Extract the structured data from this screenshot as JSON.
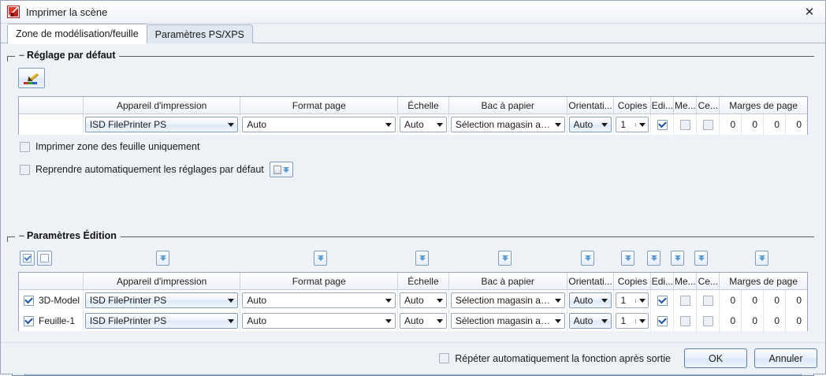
{
  "window": {
    "title": "Imprimer la scène",
    "app_icon": "print-scene-icon",
    "close_label": "✕"
  },
  "tabs": [
    {
      "label": "Zone de modélisation/feuille",
      "active": true
    },
    {
      "label": "Paramètres PS/XPS",
      "active": false
    }
  ],
  "default_group": {
    "title": "Réglage par défaut",
    "dash": "–",
    "edit_button_icon": "pencil-icon",
    "columns": [
      "",
      "Appareil d'impression",
      "Format page",
      "Échelle",
      "Bac à papier",
      "Orientati...",
      "Copies",
      "Edi...",
      "Me...",
      "Ce...",
      "Marges de page"
    ],
    "row": {
      "label": "",
      "device": "ISD FilePrinter PS",
      "page_format": "Auto",
      "scale": "Auto",
      "paper_tray": "Sélection magasin auto",
      "orientation": "Auto",
      "copies": "1",
      "edit_checked": true,
      "me_checked": false,
      "ce_checked": false,
      "margins": [
        "0",
        "0",
        "0",
        "0"
      ]
    },
    "options": [
      {
        "label": "Imprimer zone des feuille uniquement",
        "checked": false
      },
      {
        "label": "Reprendre automatiquement les réglages par défaut",
        "checked": false,
        "button_icon": "document-chevron-icon"
      }
    ]
  },
  "edition_group": {
    "title": "Paramètres Édition",
    "dash": "–",
    "toolbar": {
      "check_all_icon": "check-all-icon",
      "uncheck_all_icon": "uncheck-all-icon",
      "dropdown_icon": "double-chevron-down-icon"
    },
    "columns": [
      "",
      "Appareil d'impression",
      "Format page",
      "Échelle",
      "Bac à papier",
      "Orientati...",
      "Copies",
      "Edi...",
      "Me...",
      "Ce...",
      "Marges de page"
    ],
    "rows": [
      {
        "label": "3D-Model",
        "checked": true,
        "device": "ISD FilePrinter PS",
        "page_format": "Auto",
        "scale": "Auto",
        "paper_tray": "Sélection magasin auto",
        "orientation": "Auto",
        "copies": "1",
        "edit_checked": true,
        "me_checked": false,
        "ce_checked": false,
        "margins": [
          "0",
          "0",
          "0",
          "0"
        ]
      },
      {
        "label": "Feuille-1",
        "checked": true,
        "device": "ISD FilePrinter PS",
        "page_format": "Auto",
        "scale": "Auto",
        "paper_tray": "Sélection magasin auto",
        "orientation": "Auto",
        "copies": "1",
        "edit_checked": true,
        "me_checked": false,
        "ce_checked": false,
        "margins": [
          "0",
          "0",
          "0",
          "0"
        ]
      }
    ]
  },
  "scrollbar": {
    "left_arrow": "◀",
    "right_arrow": "▶"
  },
  "footer": {
    "repeat_label": "Répéter automatiquement la fonction après sortie",
    "repeat_checked": false,
    "ok_label": "OK",
    "cancel_label": "Annuler"
  },
  "colors": {
    "accent": "#3d7fc1",
    "frame": "#9aa7b8",
    "background": "#eef1f5"
  }
}
